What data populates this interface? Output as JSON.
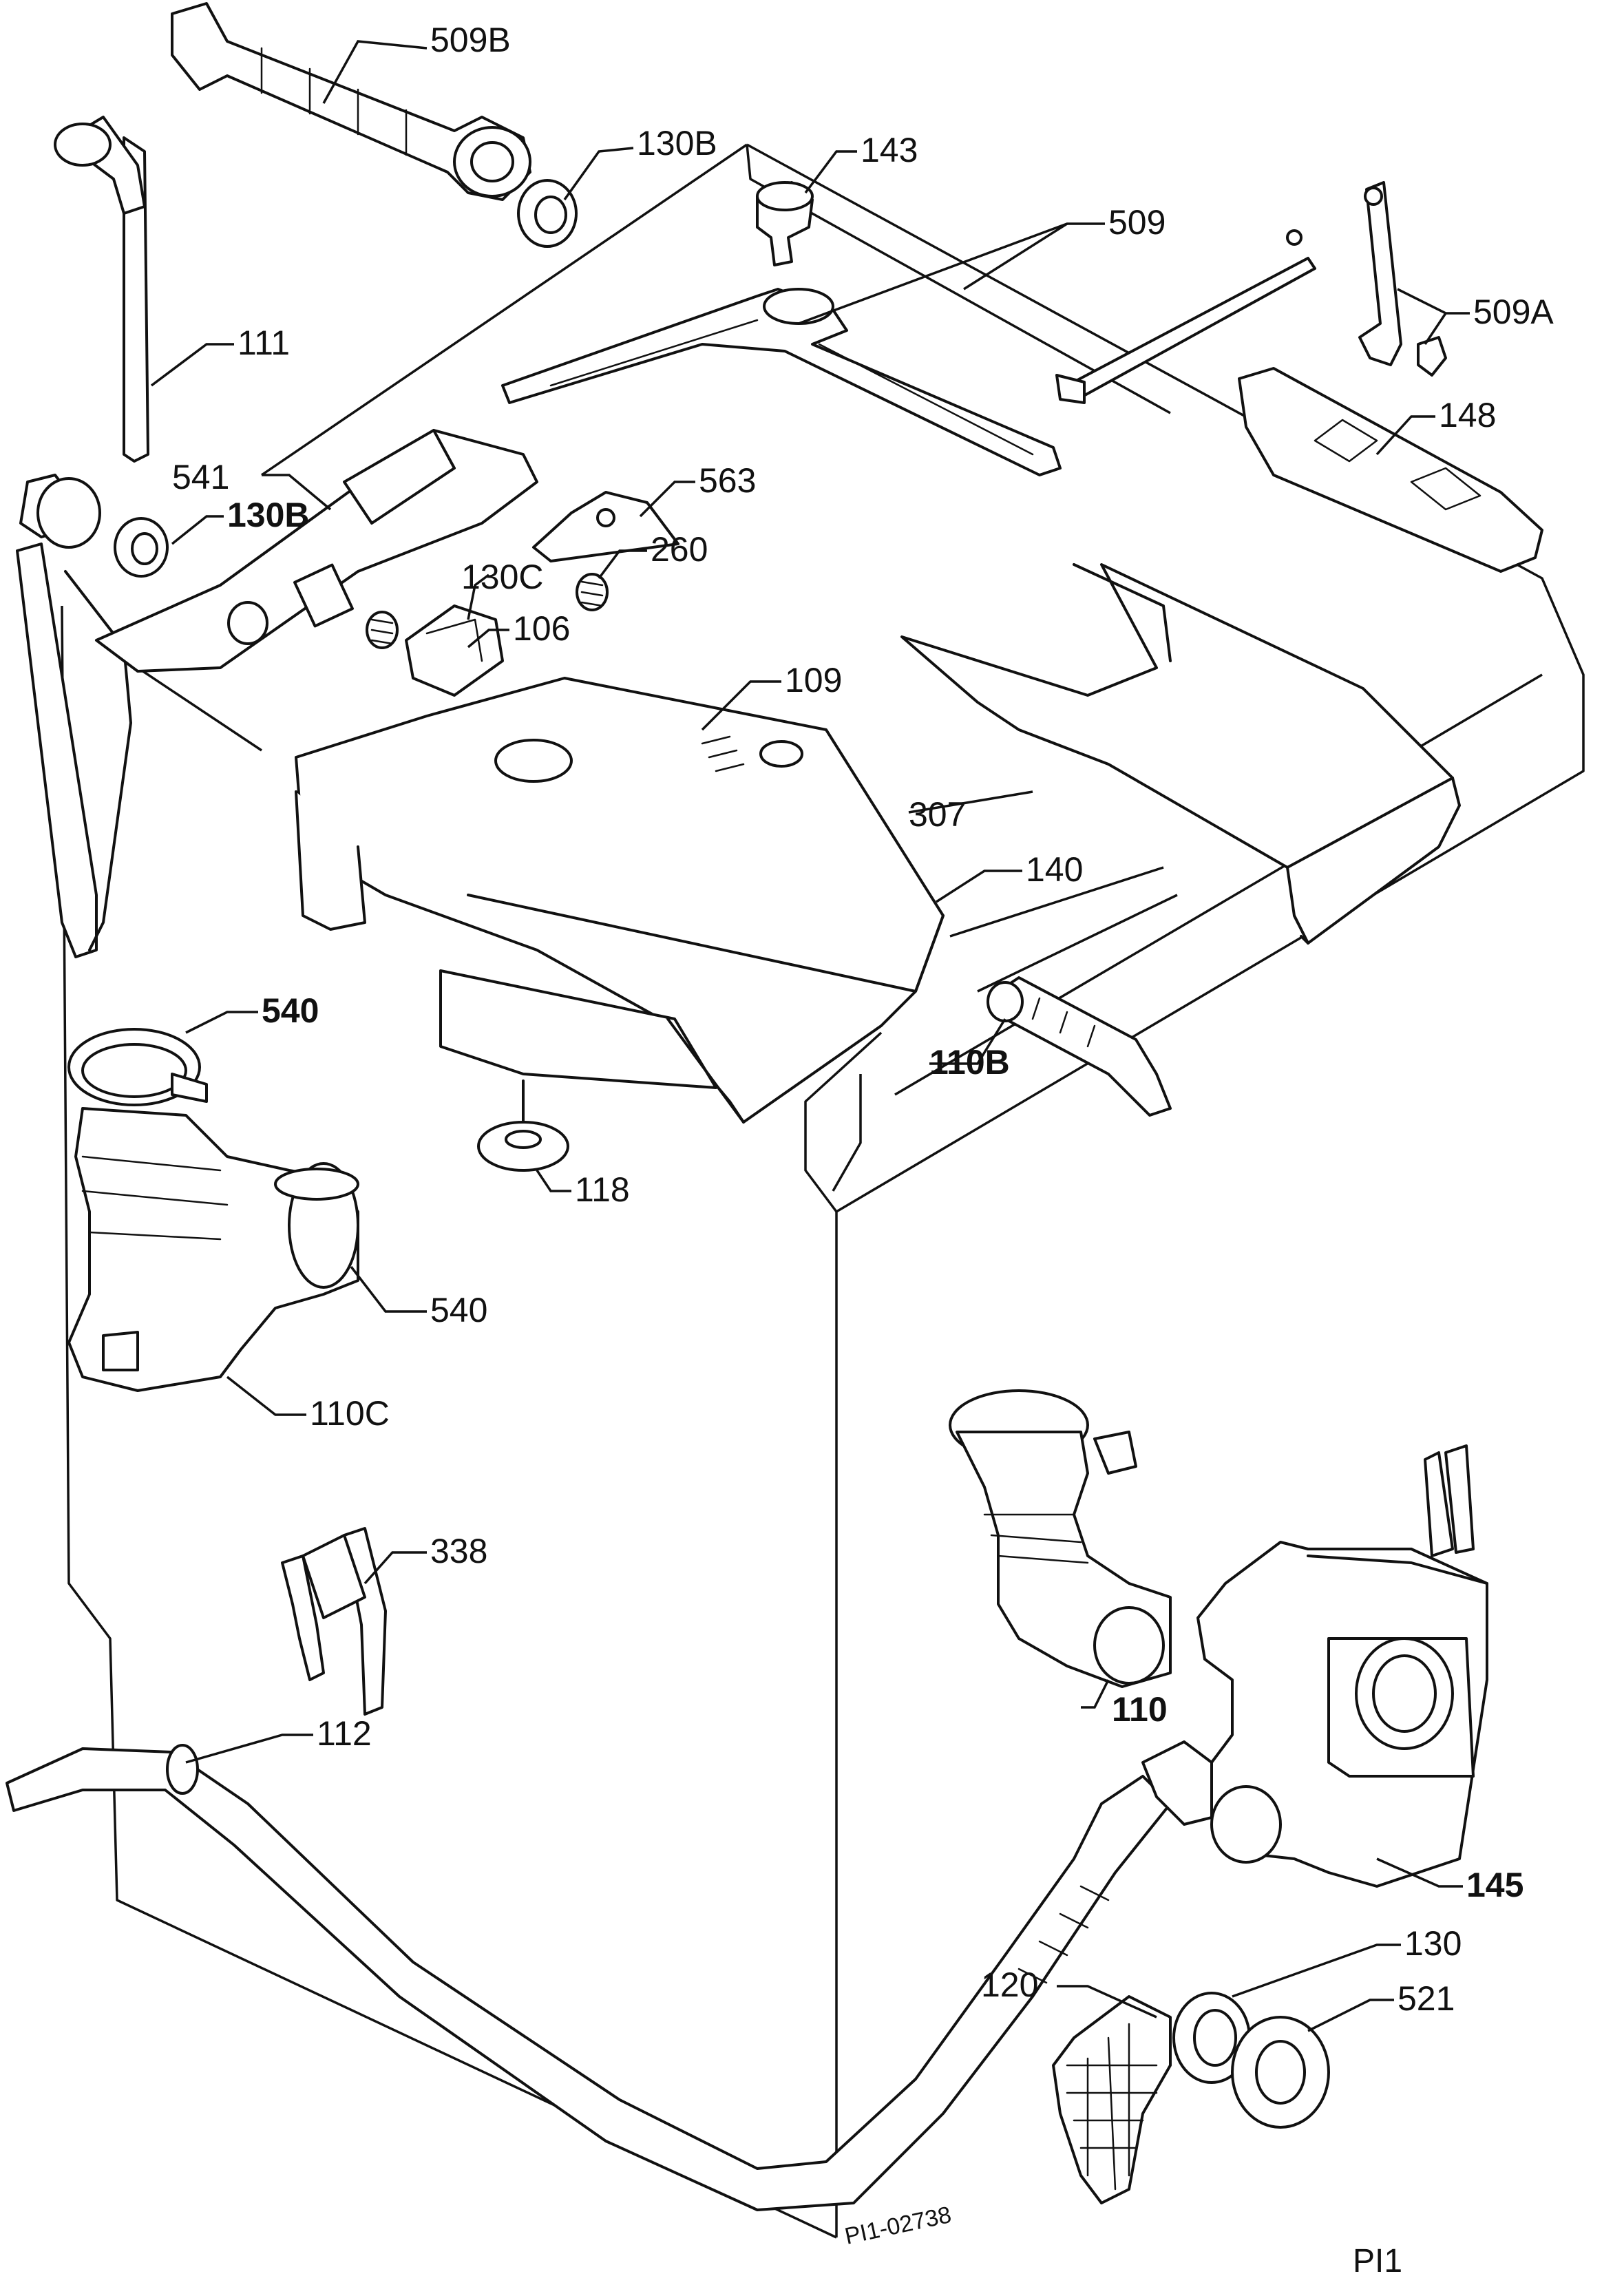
{
  "labels": {
    "l509b": "509B",
    "l130b_top": "130B",
    "l143": "143",
    "l509": "509",
    "l509a": "509A",
    "l111": "111",
    "l148": "148",
    "l541": "541",
    "l130b": "130B",
    "l563": "563",
    "l260": "260",
    "l130c": "130C",
    "l106": "106",
    "l109": "109",
    "l307": "307",
    "l140": "140",
    "l540_top": "540",
    "l110b": "110B",
    "l118": "118",
    "l540": "540",
    "l110c": "110C",
    "l338": "338",
    "l110": "110",
    "l112": "112",
    "l145": "145",
    "l130": "130",
    "l120": "120",
    "l521": "521"
  },
  "drawing_code": "PI1-02738",
  "page_code": "PI1"
}
